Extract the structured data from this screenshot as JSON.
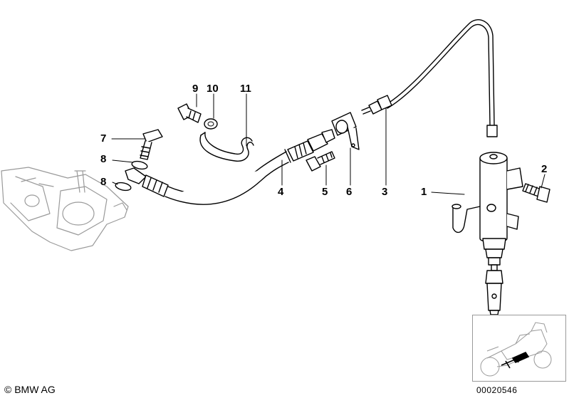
{
  "callouts": {
    "c1": "1",
    "c2": "2",
    "c3": "3",
    "c4": "4",
    "c5": "5",
    "c6": "6",
    "c7": "7",
    "c8a": "8",
    "c8b": "8",
    "c9": "9",
    "c10": "10",
    "c11": "11"
  },
  "footer": {
    "copyright": "© BMW AG",
    "diagram_number": "00020546"
  },
  "colors": {
    "line": "#000000",
    "ghost": "#9a9a9a",
    "accent": "#000000"
  }
}
